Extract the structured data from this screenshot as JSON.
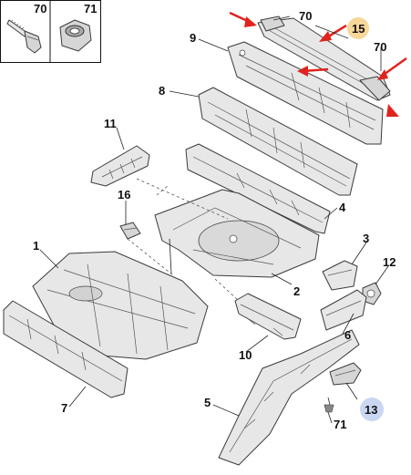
{
  "legend_box": {
    "bolt_label": "70",
    "nut_label": "71"
  },
  "labels": {
    "p1": "1",
    "p2": "2",
    "p3": "3",
    "p4": "4",
    "p5": "5",
    "p6": "6",
    "p7": "7",
    "p8": "8",
    "p9": "9",
    "p10": "10",
    "p11": "11",
    "p12": "12",
    "p13": "13",
    "p15": "15",
    "p16": "16",
    "p70a": "70",
    "p70b": "70",
    "p71": "71"
  },
  "colors": {
    "highlight_15": "#f7d79a",
    "highlight_13": "#c9d7f2",
    "arrow": "#e0231f"
  }
}
